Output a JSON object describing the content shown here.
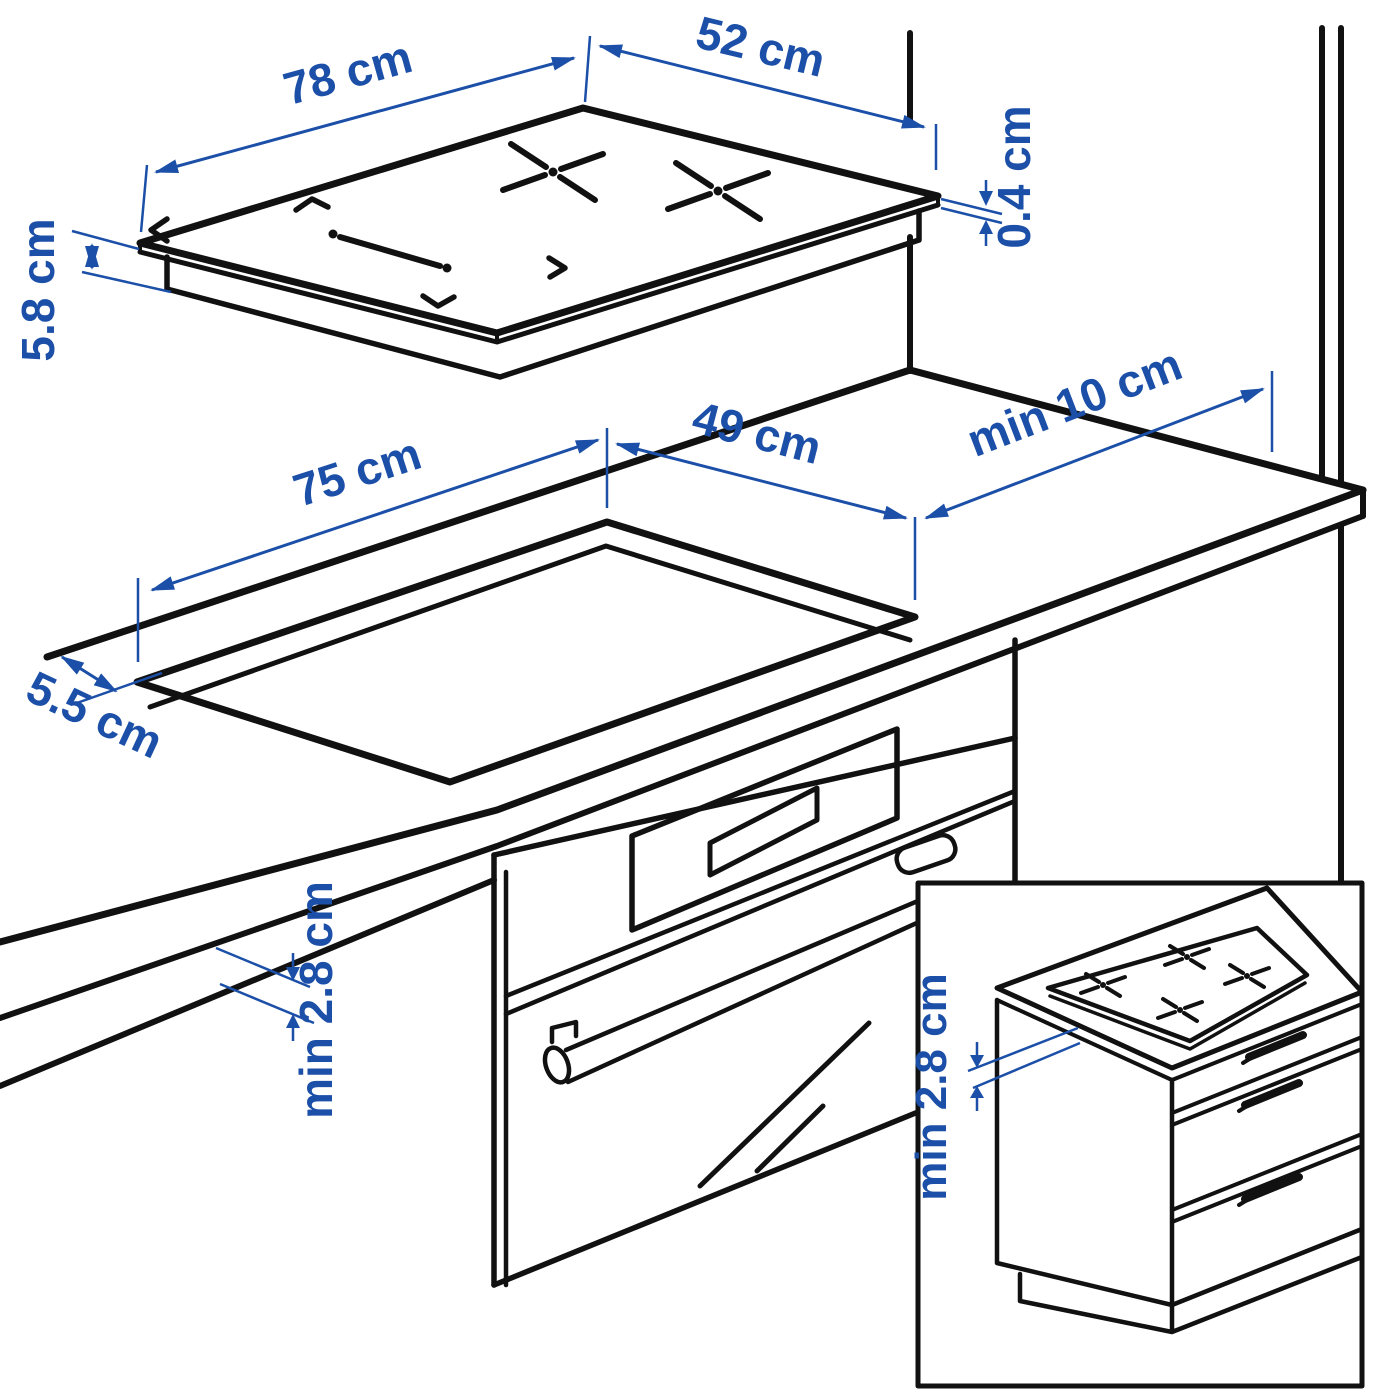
{
  "diagram": {
    "title": "induction-hob-installation-diagram",
    "colors": {
      "accent": "#1b4fa8",
      "line": "#111111",
      "background": "#ffffff"
    },
    "labels": {
      "hob_width": "78 cm",
      "hob_depth": "52 cm",
      "hob_glass_thickness": "0.4 cm",
      "hob_height": "5.8 cm",
      "cutout_length": "75 cm",
      "cutout_width": "49 cm",
      "wall_distance": "min 10 cm",
      "cutout_edge_distance": "5.5 cm",
      "oven_clearance": "min 2.8 cm",
      "inset_clearance": "min 2.8 cm"
    }
  }
}
